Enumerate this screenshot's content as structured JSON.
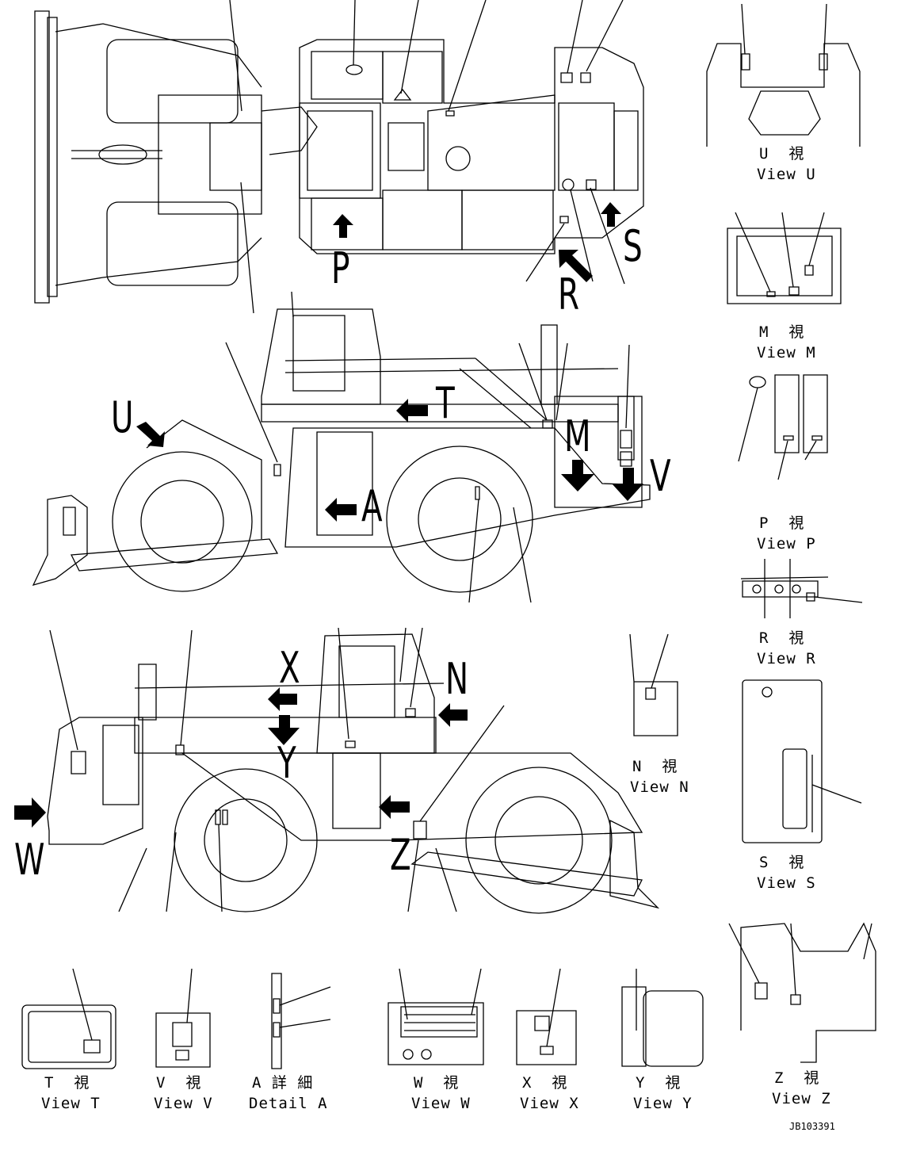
{
  "view_letters": {
    "P": "P",
    "R": "R",
    "S": "S",
    "U": "U",
    "V": "V",
    "T": "T",
    "M": "M",
    "A": "A",
    "X": "X",
    "N": "N",
    "Y": "Y",
    "Z": "Z",
    "W": "W"
  },
  "captions": {
    "view_u": {
      "jp": "U  視",
      "en": "View U"
    },
    "view_m": {
      "jp": "M  視",
      "en": "View M"
    },
    "view_p": {
      "jp": "P  視",
      "en": "View P"
    },
    "view_r": {
      "jp": "R  視",
      "en": "View R"
    },
    "view_n": {
      "jp": "N  視",
      "en": "View N"
    },
    "view_s": {
      "jp": "S  視",
      "en": "View S"
    },
    "view_z": {
      "jp": "Z  視",
      "en": "View Z"
    },
    "view_t": {
      "jp": "T  視",
      "en": "View T"
    },
    "view_v": {
      "jp": "V  視",
      "en": "View V"
    },
    "detail_a": {
      "jp": "A 詳 細",
      "en": "Detail A"
    },
    "view_w": {
      "jp": "W  視",
      "en": "View W"
    },
    "view_x": {
      "jp": "X  視",
      "en": "View X"
    },
    "view_y": {
      "jp": "Y  視",
      "en": "View Y"
    }
  },
  "drawing_code": "JB103391"
}
